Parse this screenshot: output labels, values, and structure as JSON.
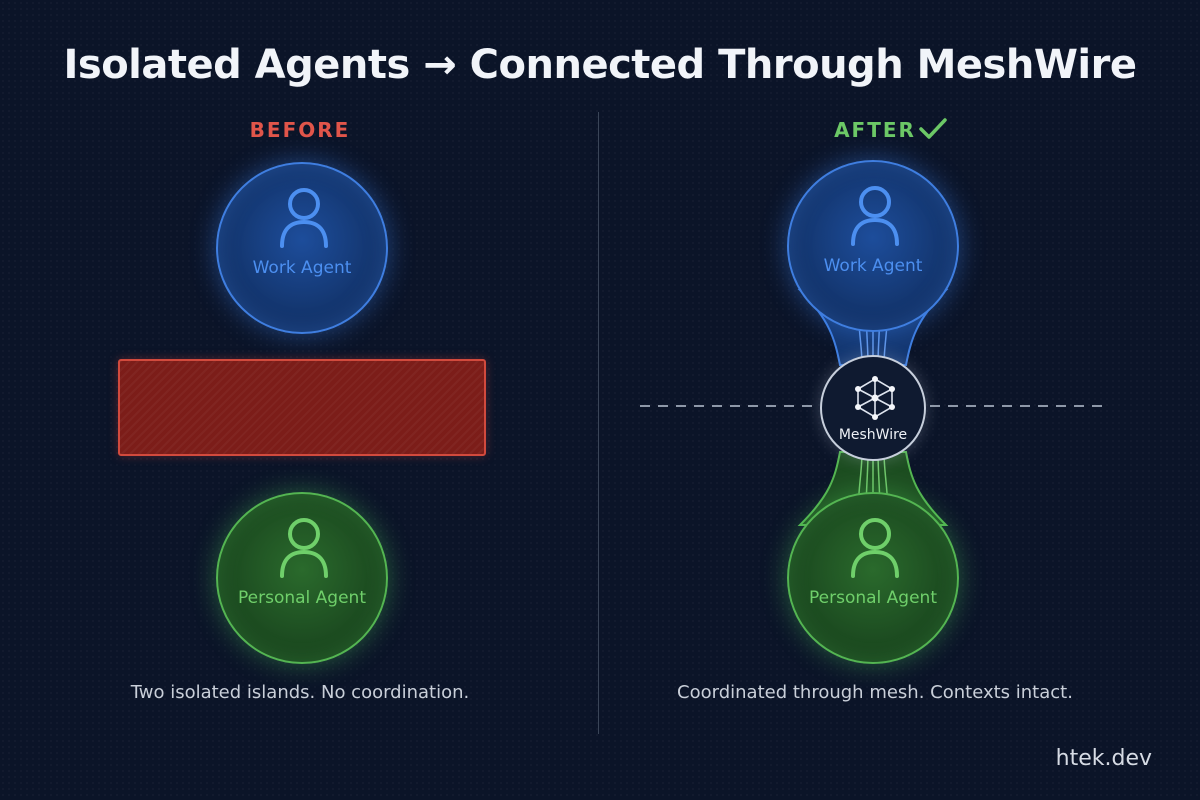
{
  "title": "Isolated Agents → Connected Through MeshWire",
  "before": {
    "label": "BEFORE",
    "work_agent": "Work Agent",
    "personal_agent": "Personal Agent",
    "caption": "Two isolated islands. No coordination."
  },
  "after": {
    "label": "AFTER",
    "check_icon": "check-icon",
    "work_agent": "Work Agent",
    "personal_agent": "Personal Agent",
    "mesh_label": "MeshWire",
    "caption": "Coordinated through mesh. Contexts intact."
  },
  "footer": {
    "brand": "htek.dev"
  },
  "colors": {
    "background": "#0b1428",
    "before_red": "#e0554a",
    "after_green": "#6cc866",
    "agent_blue": "#4c8ff0",
    "agent_green": "#6fcf6a",
    "barrier_fill": "#7c1d19"
  }
}
